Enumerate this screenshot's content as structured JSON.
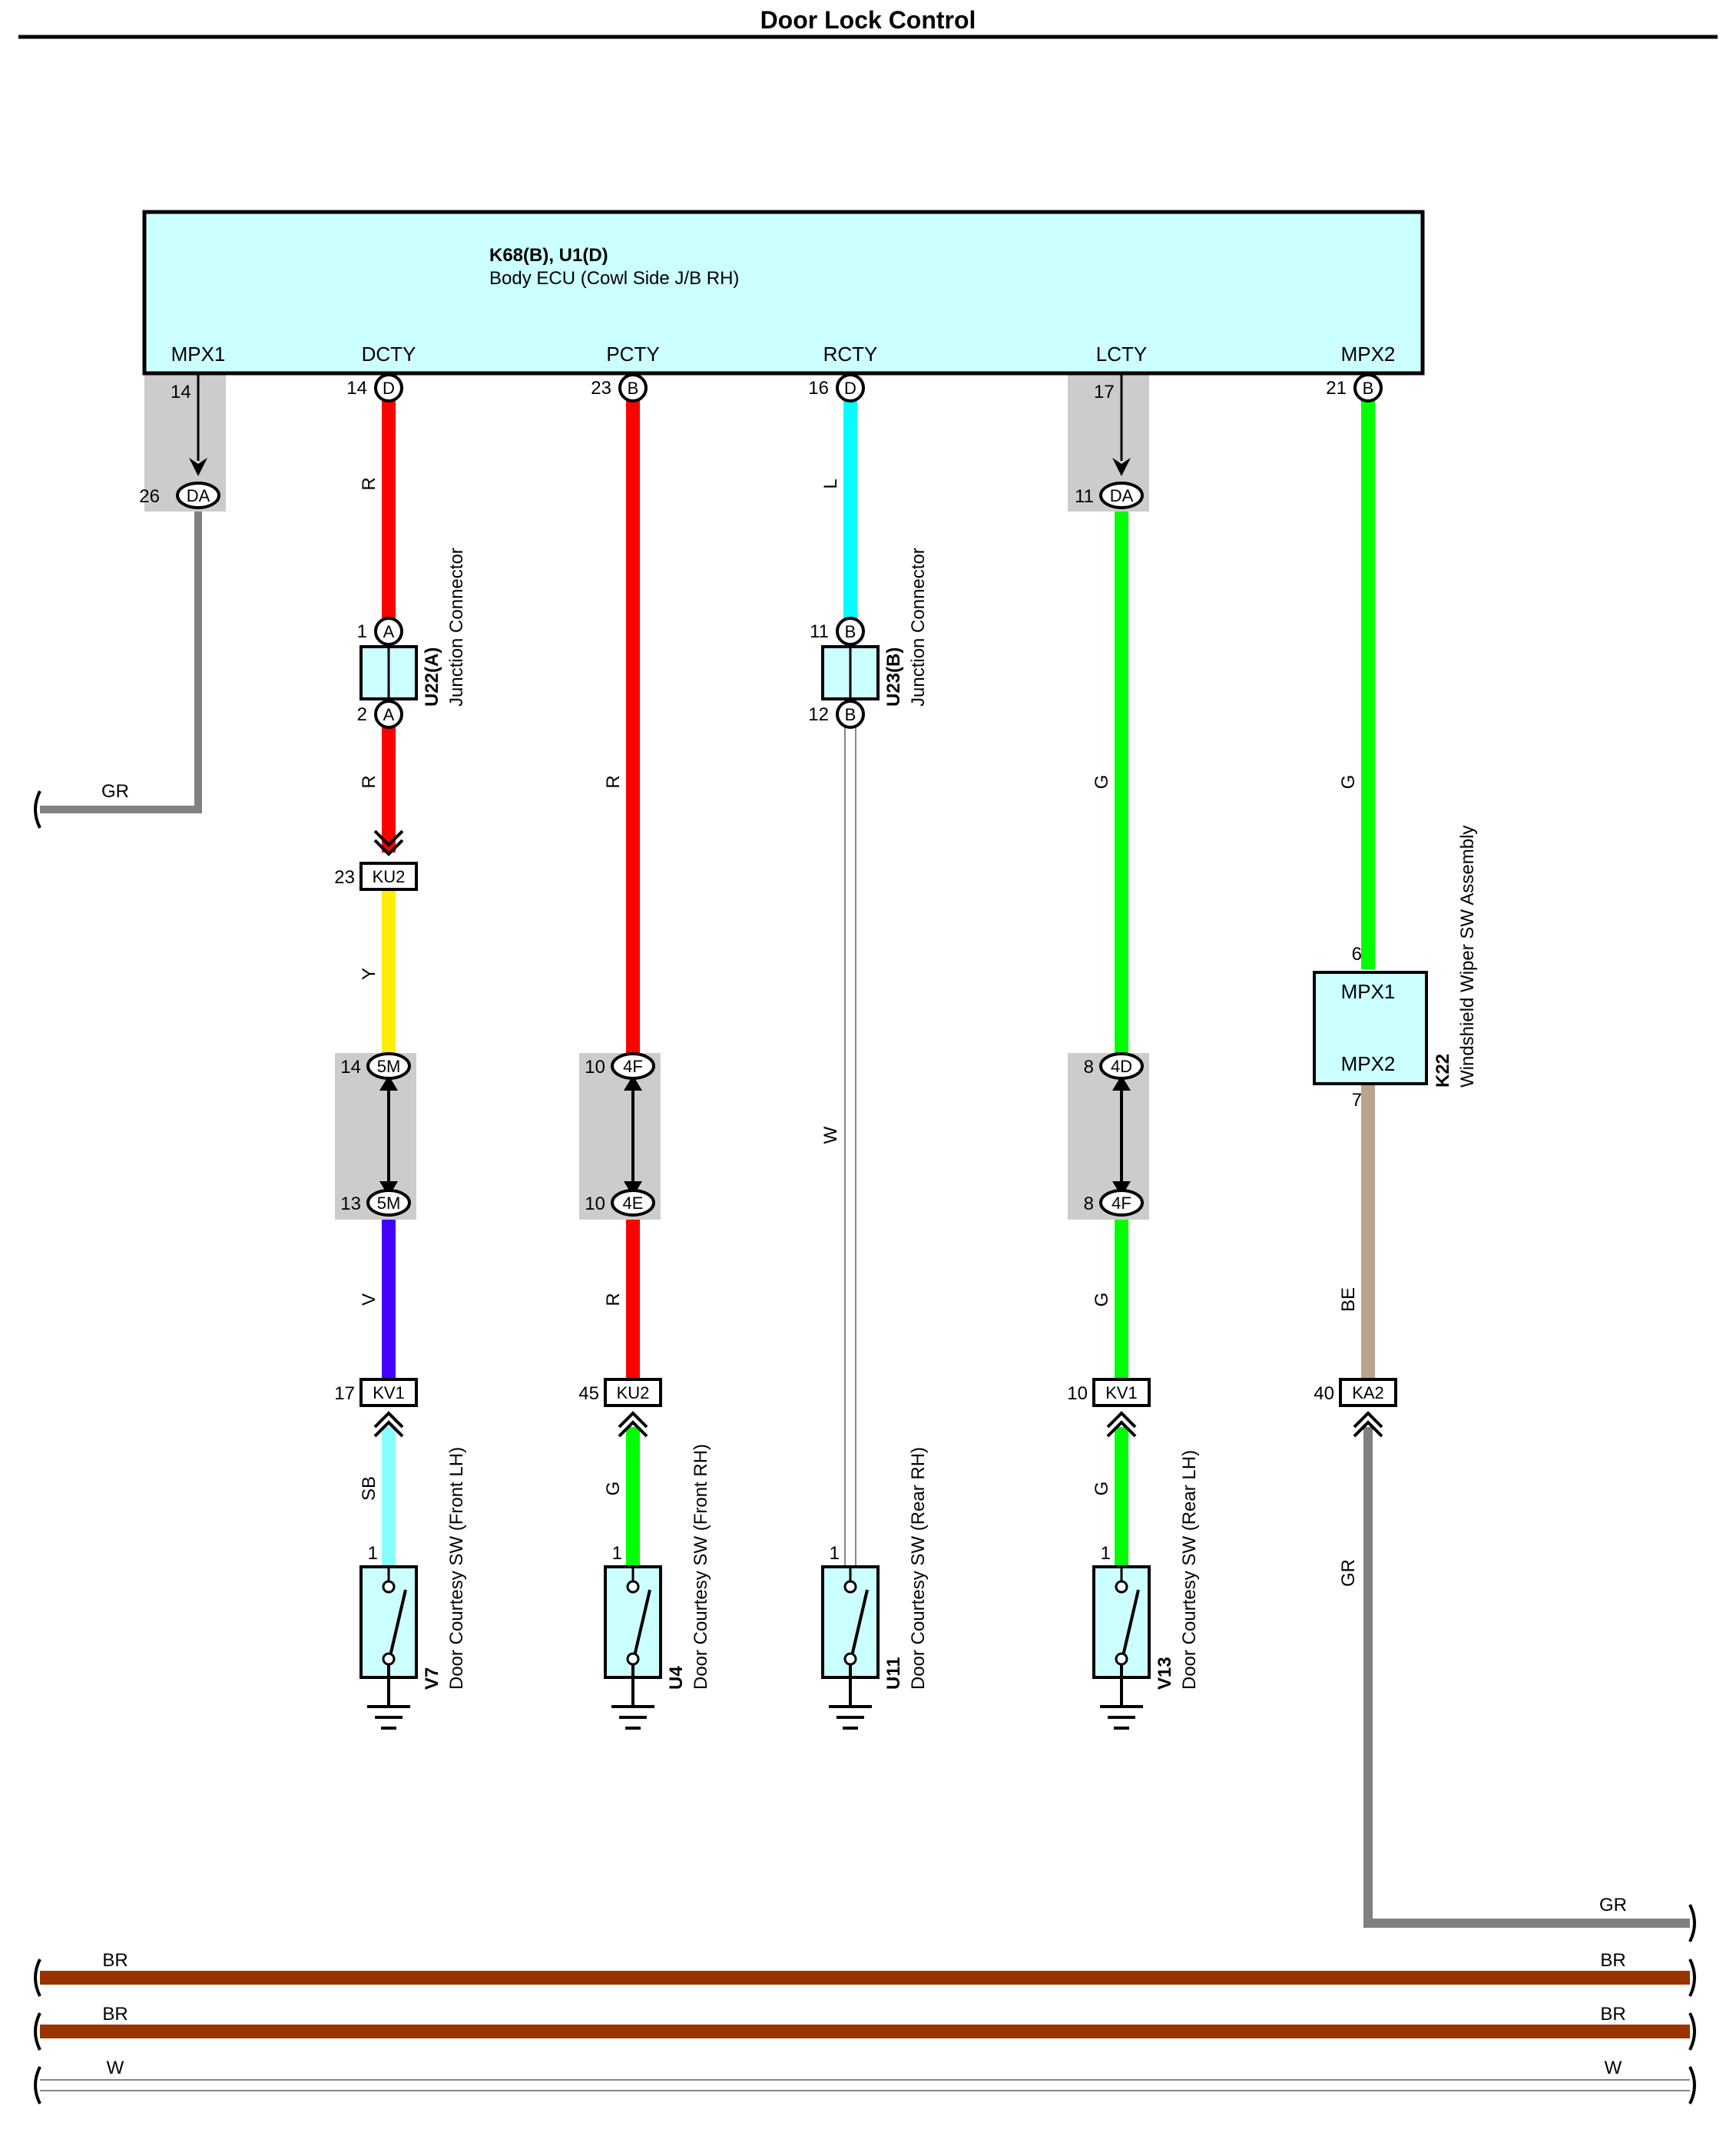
{
  "title": "Door Lock Control",
  "ecu": {
    "code": "K68(B), U1(D)",
    "name": "Body ECU (Cowl Side J/B RH)",
    "terminals": [
      "MPX1",
      "DCTY",
      "PCTY",
      "RCTY",
      "LCTY",
      "MPX2"
    ]
  },
  "columns": [
    {
      "terminal": "MPX1",
      "pin": "14",
      "bottom_pin": "26",
      "connector": "DA",
      "wire": "GR"
    },
    {
      "terminal": "DCTY",
      "pin": "14",
      "ecu_connector": "D",
      "wire_top": "R",
      "junction": {
        "id": "U22(A)",
        "name": "Junction Connector",
        "pin_in": "1",
        "pin_out": "2",
        "conn": "A"
      },
      "wire_mid": "R",
      "inline1": {
        "pin": "23",
        "conn": "KU2"
      },
      "wire_after_inline1": "Y",
      "pair": {
        "pin_top": "14",
        "pin_bottom": "13",
        "conn_top": "5M",
        "conn_bottom": "5M"
      },
      "wire_after_pair": "V",
      "inline2": {
        "pin": "17",
        "conn": "KV1"
      },
      "wire_end": "SB",
      "switch": {
        "pin": "1",
        "id": "V7",
        "name": "Door Courtesy SW (Front LH)"
      }
    },
    {
      "terminal": "PCTY",
      "pin": "23",
      "ecu_connector": "B",
      "wire_top": "R",
      "pair": {
        "pin_top": "10",
        "pin_bottom": "10",
        "conn_top": "4F",
        "conn_bottom": "4E"
      },
      "wire_after_pair": "R",
      "inline2": {
        "pin": "45",
        "conn": "KU2"
      },
      "wire_end": "G",
      "switch": {
        "pin": "1",
        "id": "U4",
        "name": "Door Courtesy SW (Front RH)"
      }
    },
    {
      "terminal": "RCTY",
      "pin": "16",
      "ecu_connector": "D",
      "wire_top": "L",
      "junction": {
        "id": "U23(B)",
        "name": "Junction Connector",
        "pin_in": "11",
        "pin_out": "12",
        "conn": "B"
      },
      "wire_mid": "W",
      "switch": {
        "pin": "1",
        "id": "U11",
        "name": "Door Courtesy SW (Rear RH)"
      }
    },
    {
      "terminal": "LCTY",
      "pin": "17",
      "bottom_pin": "11",
      "connector": "DA",
      "wire_top": "G",
      "pair": {
        "pin_top": "8",
        "pin_bottom": "8",
        "conn_top": "4D",
        "conn_bottom": "4F"
      },
      "wire_after_pair": "G",
      "inline2": {
        "pin": "10",
        "conn": "KV1"
      },
      "wire_end": "G",
      "switch": {
        "pin": "1",
        "id": "V13",
        "name": "Door Courtesy SW (Rear LH)"
      }
    },
    {
      "terminal": "MPX2",
      "pin": "21",
      "ecu_connector": "B",
      "wire_top": "G",
      "module": {
        "pin_in": "6",
        "pin_out": "7",
        "term_in": "MPX1",
        "term_out": "MPX2",
        "id": "K22",
        "name": "Windshield Wiper SW Assembly"
      },
      "wire_mid": "BE",
      "inline2": {
        "pin": "40",
        "conn": "KA2"
      },
      "wire_end": "GR",
      "wire_right": "GR"
    }
  ],
  "buses": [
    {
      "left": "BR",
      "right": "BR"
    },
    {
      "left": "BR",
      "right": "BR"
    },
    {
      "left": "W",
      "right": "W"
    }
  ],
  "colors": {
    "R": "#ff0000",
    "L": "#00ffff",
    "G": "#00ff00",
    "GR": "#808080",
    "Y": "#ffee00",
    "V": "#4400ff",
    "SB": "#88ffff",
    "BE": "#b8a48c",
    "BR": "#993300",
    "W": "#ffffff",
    "box": "#ccffff",
    "gray_box": "#cccccc"
  }
}
